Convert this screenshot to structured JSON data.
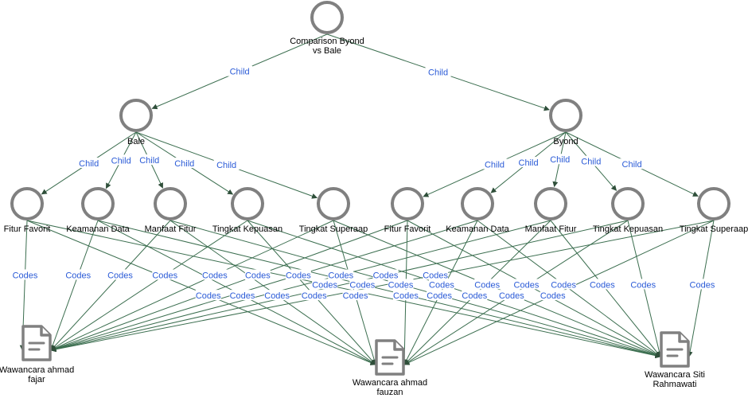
{
  "nodes": {
    "root": {
      "label_lines": [
        "Comparison Byond",
        "vs Bale"
      ]
    },
    "bale": {
      "label_lines": [
        "Bale"
      ]
    },
    "byond": {
      "label_lines": [
        "Byond"
      ]
    },
    "bale_fitur_favorit": {
      "label_lines": [
        "Fitur Favorit"
      ]
    },
    "bale_keamanan_data": {
      "label_lines": [
        "Keamanan Data"
      ]
    },
    "bale_manfaat_fitur": {
      "label_lines": [
        "Manfaat Fitur"
      ]
    },
    "bale_tingkat_kepuasan": {
      "label_lines": [
        "Tingkat Kepuasan"
      ]
    },
    "bale_tingkat_superaap": {
      "label_lines": [
        "Tingkat Superaap"
      ]
    },
    "byond_fitur_favorit": {
      "label_lines": [
        "Fitur Favorit"
      ]
    },
    "byond_keamanan_data": {
      "label_lines": [
        "Keamanan Data"
      ]
    },
    "byond_manfaat_fitur": {
      "label_lines": [
        "Manfaat Fitur"
      ]
    },
    "byond_tingkat_kepuasan": {
      "label_lines": [
        "Tingkat Kepuasan"
      ]
    },
    "byond_tingkat_superaap": {
      "label_lines": [
        "Tingkat Superaap"
      ]
    },
    "doc_fajar": {
      "label_lines": [
        "Wawancara ahmad",
        "fajar"
      ],
      "icon": "document-icon"
    },
    "doc_fauzan": {
      "label_lines": [
        "Wawancara ahmad",
        "fauzan"
      ],
      "icon": "document-icon"
    },
    "doc_siti": {
      "label_lines": [
        "Wawancara Siti",
        "Rahmawati"
      ],
      "icon": "document-icon"
    }
  },
  "edge_labels": {
    "child": "Child",
    "codes": "Codes"
  },
  "child_edges": [
    [
      "root",
      "bale"
    ],
    [
      "root",
      "byond"
    ],
    [
      "bale",
      "bale_fitur_favorit"
    ],
    [
      "bale",
      "bale_keamanan_data"
    ],
    [
      "bale",
      "bale_manfaat_fitur"
    ],
    [
      "bale",
      "bale_tingkat_kepuasan"
    ],
    [
      "bale",
      "bale_tingkat_superaap"
    ],
    [
      "byond",
      "byond_fitur_favorit"
    ],
    [
      "byond",
      "byond_keamanan_data"
    ],
    [
      "byond",
      "byond_manfaat_fitur"
    ],
    [
      "byond",
      "byond_tingkat_kepuasan"
    ],
    [
      "byond",
      "byond_tingkat_superaap"
    ]
  ],
  "code_edges": [
    [
      "bale_fitur_favorit",
      "doc_fajar"
    ],
    [
      "bale_fitur_favorit",
      "doc_fauzan"
    ],
    [
      "bale_fitur_favorit",
      "doc_siti"
    ],
    [
      "bale_keamanan_data",
      "doc_fajar"
    ],
    [
      "bale_keamanan_data",
      "doc_fauzan"
    ],
    [
      "bale_keamanan_data",
      "doc_siti"
    ],
    [
      "bale_manfaat_fitur",
      "doc_fajar"
    ],
    [
      "bale_manfaat_fitur",
      "doc_fauzan"
    ],
    [
      "bale_manfaat_fitur",
      "doc_siti"
    ],
    [
      "bale_tingkat_kepuasan",
      "doc_fajar"
    ],
    [
      "bale_tingkat_kepuasan",
      "doc_fauzan"
    ],
    [
      "bale_tingkat_kepuasan",
      "doc_siti"
    ],
    [
      "bale_tingkat_superaap",
      "doc_fajar"
    ],
    [
      "bale_tingkat_superaap",
      "doc_fauzan"
    ],
    [
      "bale_tingkat_superaap",
      "doc_siti"
    ],
    [
      "byond_fitur_favorit",
      "doc_fajar"
    ],
    [
      "byond_fitur_favorit",
      "doc_fauzan"
    ],
    [
      "byond_fitur_favorit",
      "doc_siti"
    ],
    [
      "byond_keamanan_data",
      "doc_fajar"
    ],
    [
      "byond_keamanan_data",
      "doc_fauzan"
    ],
    [
      "byond_keamanan_data",
      "doc_siti"
    ],
    [
      "byond_manfaat_fitur",
      "doc_fajar"
    ],
    [
      "byond_manfaat_fitur",
      "doc_fauzan"
    ],
    [
      "byond_manfaat_fitur",
      "doc_siti"
    ],
    [
      "byond_tingkat_kepuasan",
      "doc_fajar"
    ],
    [
      "byond_tingkat_kepuasan",
      "doc_fauzan"
    ],
    [
      "byond_tingkat_kepuasan",
      "doc_siti"
    ],
    [
      "byond_tingkat_superaap",
      "doc_fajar"
    ],
    [
      "byond_tingkat_superaap",
      "doc_fauzan"
    ],
    [
      "byond_tingkat_superaap",
      "doc_siti"
    ]
  ],
  "colors": {
    "node_stroke": "#808080",
    "edge": "#3b6e4f",
    "edge_label": "#2b5bd7"
  }
}
